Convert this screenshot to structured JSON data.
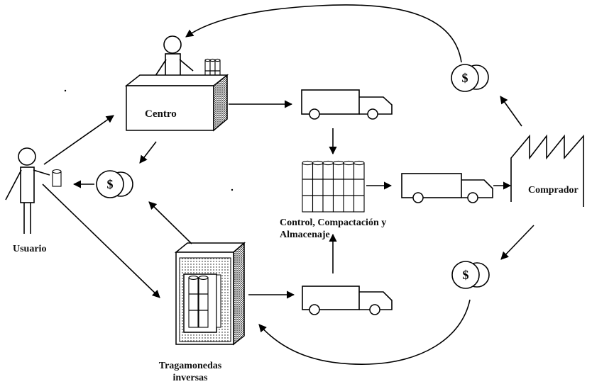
{
  "labels": {
    "usuario": "Usuario",
    "centro": "Centro",
    "comprador": "Comprador",
    "control": "Control, Compactación y Almacenaje",
    "tragamonedas": "Tragamonedas inversas"
  },
  "symbols": {
    "currency": "$"
  },
  "icons": [
    "person-icon",
    "can-icon",
    "money-icon",
    "truck-icon",
    "factory-icon",
    "can-stack-icon",
    "vending-machine-icon"
  ],
  "colors": {
    "ink": "#000000",
    "background": "#ffffff"
  }
}
